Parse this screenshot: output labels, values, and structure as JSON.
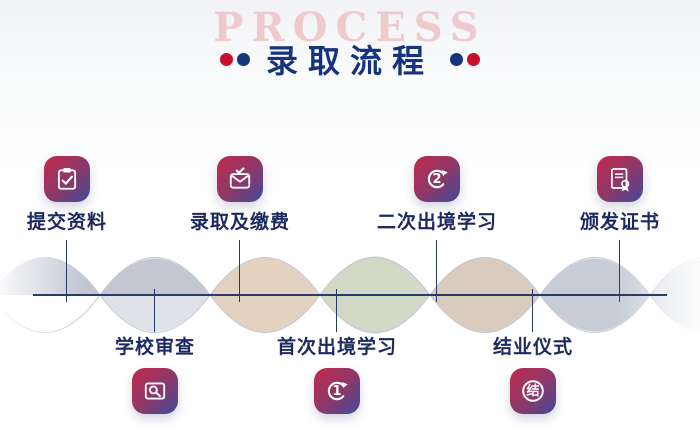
{
  "header": {
    "watermark": "PROCESS",
    "title": "录取流程"
  },
  "steps": [
    {
      "label": "提交资料",
      "side": "above",
      "icon": "clipboard-check-icon"
    },
    {
      "label": "学校审查",
      "side": "below",
      "icon": "document-search-icon"
    },
    {
      "label": "录取及缴费",
      "side": "above",
      "icon": "envelope-check-icon"
    },
    {
      "label": "首次出境学习",
      "side": "below",
      "icon": "cycle-number-icon",
      "glyph": "1"
    },
    {
      "label": "二次出境学习",
      "side": "above",
      "icon": "cycle-number-icon",
      "glyph": "2"
    },
    {
      "label": "结业仪式",
      "side": "below",
      "icon": "circle-character-icon",
      "glyph": "结"
    },
    {
      "label": "颁发证书",
      "side": "above",
      "icon": "certificate-seal-icon"
    }
  ],
  "colors": {
    "title_blue": "#16347d",
    "accent_red": "#c8102e",
    "label_navy": "#1c2a60",
    "timeline_navy": "#2b3a66",
    "badge_gradient_start": "#c2294d",
    "badge_gradient_end": "#3f4b9c",
    "watermark_pink": "#f0c9cf"
  }
}
